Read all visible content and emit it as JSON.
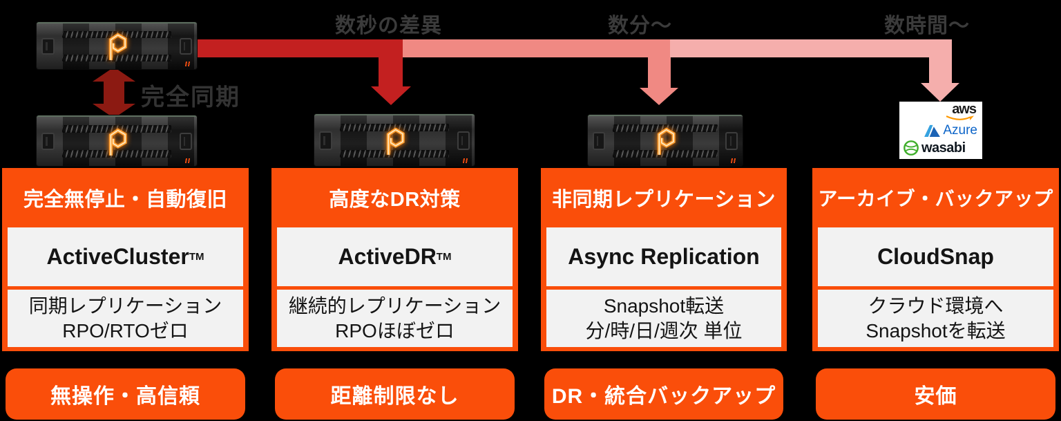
{
  "diagram": {
    "colors": {
      "orange": "#FA4E0A",
      "red": "#C32020",
      "dark_red": "#8C1A12",
      "salmon": "#F08983",
      "pink": "#F5AEAC"
    },
    "timeline_labels": [
      {
        "text": "数秒の差異"
      },
      {
        "text": "数分～"
      },
      {
        "text": "数時間～"
      }
    ],
    "sync_label": "完全同期",
    "cloud": {
      "providers": [
        {
          "label": "aws"
        },
        {
          "label": "Azure"
        },
        {
          "label": "wasabi"
        }
      ]
    },
    "columns": [
      {
        "header": "完全無停止・自動復旧",
        "product": "ActiveCluster",
        "product_sup": "TM",
        "desc_line1": "同期レプリケーション",
        "desc_line2": "RPO/RTOゼロ",
        "benefit": "無操作・高信頼"
      },
      {
        "header": "高度なDR対策",
        "product": "ActiveDR",
        "product_sup": "TM",
        "desc_line1": "継続的レプリケーション",
        "desc_line2": "RPOほぼゼロ",
        "benefit": "距離制限なし"
      },
      {
        "header": "非同期レプリケーション",
        "product": "Async Replication",
        "product_sup": "",
        "desc_line1": "Snapshot転送",
        "desc_line2": "分/時/日/週次 単位",
        "benefit": "DR・統合バックアップ"
      },
      {
        "header": "アーカイブ・バックアップ",
        "product": "CloudSnap",
        "product_sup": "",
        "desc_line1": "クラウド環境へ",
        "desc_line2": "Snapshotを転送",
        "benefit": "安価"
      }
    ]
  }
}
